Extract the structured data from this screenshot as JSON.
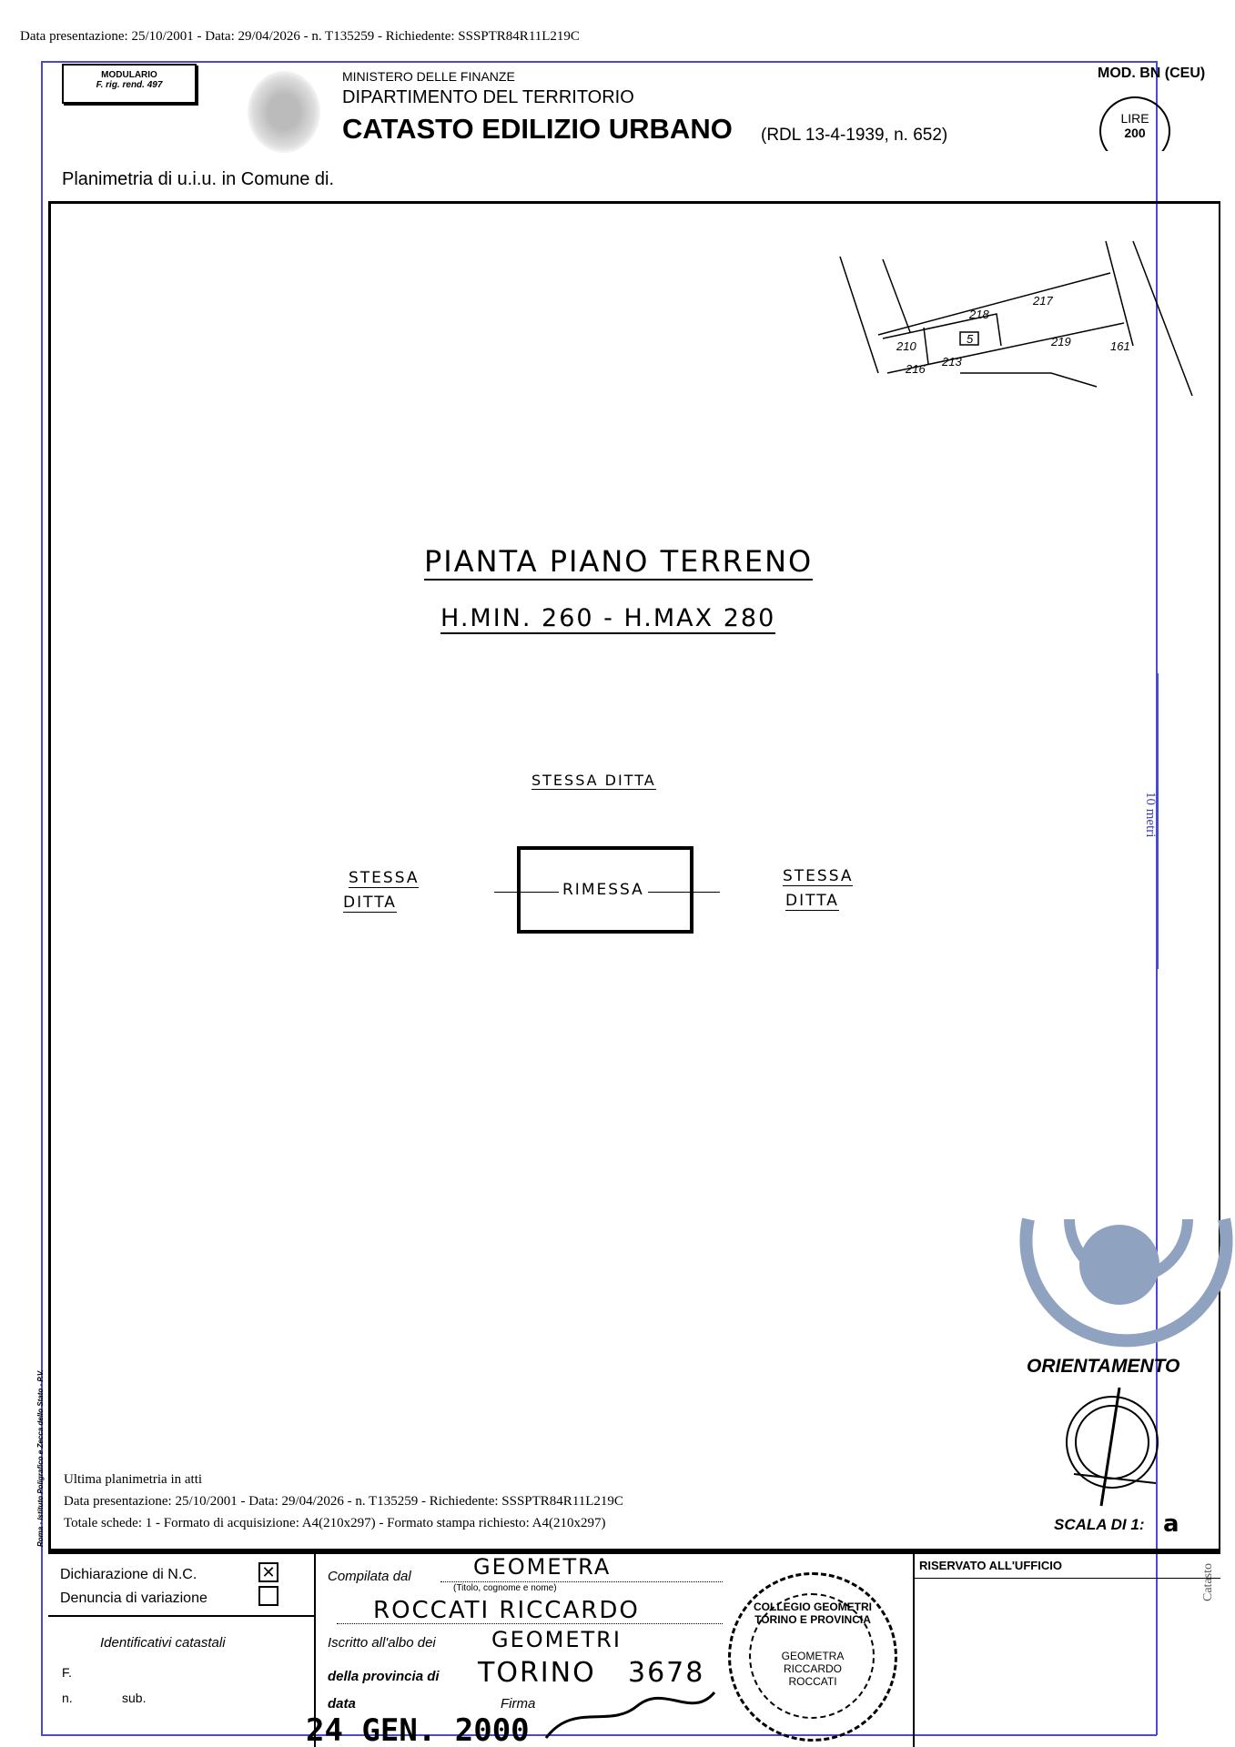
{
  "overlay": {
    "header_line": "Data presentazione: 25/10/2001 - Data: 29/04/2026 - n. T135259 - Richiedente: SSSPTR84R11L219C",
    "footer_line1": "Ultima planimetria in atti",
    "footer_line2": "Data presentazione: 25/10/2001 - Data: 29/04/2026 - n. T135259 - Richiedente: SSSPTR84R11L219C",
    "footer_line3": "Totale schede: 1 - Formato di acquisizione: A4(210x297) - Formato stampa richiesto: A4(210x297)",
    "scale_label": "10 metri",
    "side_label": "Catasto",
    "colors": {
      "overlay_blue": "#4a4ad0",
      "logo_blue": "#8fa3c0"
    }
  },
  "form": {
    "modulario": "MODULARIO",
    "modulario_sub": "F. rig. rend. 497",
    "ministry": "MINISTERO DELLE FINANZE",
    "department": "DIPARTIMENTO DEL TERRITORIO",
    "title": "CATASTO EDILIZIO URBANO",
    "title_ref": "(RDL 13-4-1939, n. 652)",
    "mod": "MOD. BN (CEU)",
    "lire_label": "LIRE",
    "lire_value": "200",
    "planimetria": "Planimetria di u.i.u. in Comune di.",
    "printer_note": "Roma - Istituto Poligrafico e Zecca dello Stato - P.V."
  },
  "drawing": {
    "title": "PIANTA PIANO TERRENO",
    "heights": "H.MIN. 260 - H.MAX 280",
    "top_label": "STESSA DITTA",
    "left_label1": "STESSA",
    "left_label2": "DITTA",
    "right_label1": "STESSA",
    "right_label2": "DITTA",
    "room": "RIMESSA",
    "map_numbers": [
      "218",
      "217",
      "210",
      "219",
      "216",
      "213",
      "161",
      "5"
    ],
    "orientamento": "ORIENTAMENTO",
    "scala": "SCALA DI 1:",
    "scala_value": "a"
  },
  "footer": {
    "dichiarazione": "Dichiarazione di N.C.",
    "denuncia": "Denuncia di variazione",
    "identificativi": "Identificativi catastali",
    "f_label": "F.",
    "n_label": "n.",
    "sub_label": "sub.",
    "compilata": "Compilata dal",
    "compilata_value": "GEOMETRA",
    "titolo_hint": "(Titolo, cognome e nome)",
    "name_value": "ROCCATI RICCARDO",
    "iscritto": "Iscritto all'albo dei",
    "iscritto_value": "GEOMETRI",
    "provincia": "della provincia di",
    "provincia_value": "TORINO",
    "numero_value": "3678",
    "data": "data",
    "firma": "Firma",
    "date_stamp": "24 GEN. 2000",
    "riservato": "RISERVATO ALL'UFFICIO",
    "stamp_text": "COLLEGIO GEOMETRI TORINO E PROVINCIA",
    "stamp_inner": "GEOMETRA RICCARDO ROCCATI"
  }
}
